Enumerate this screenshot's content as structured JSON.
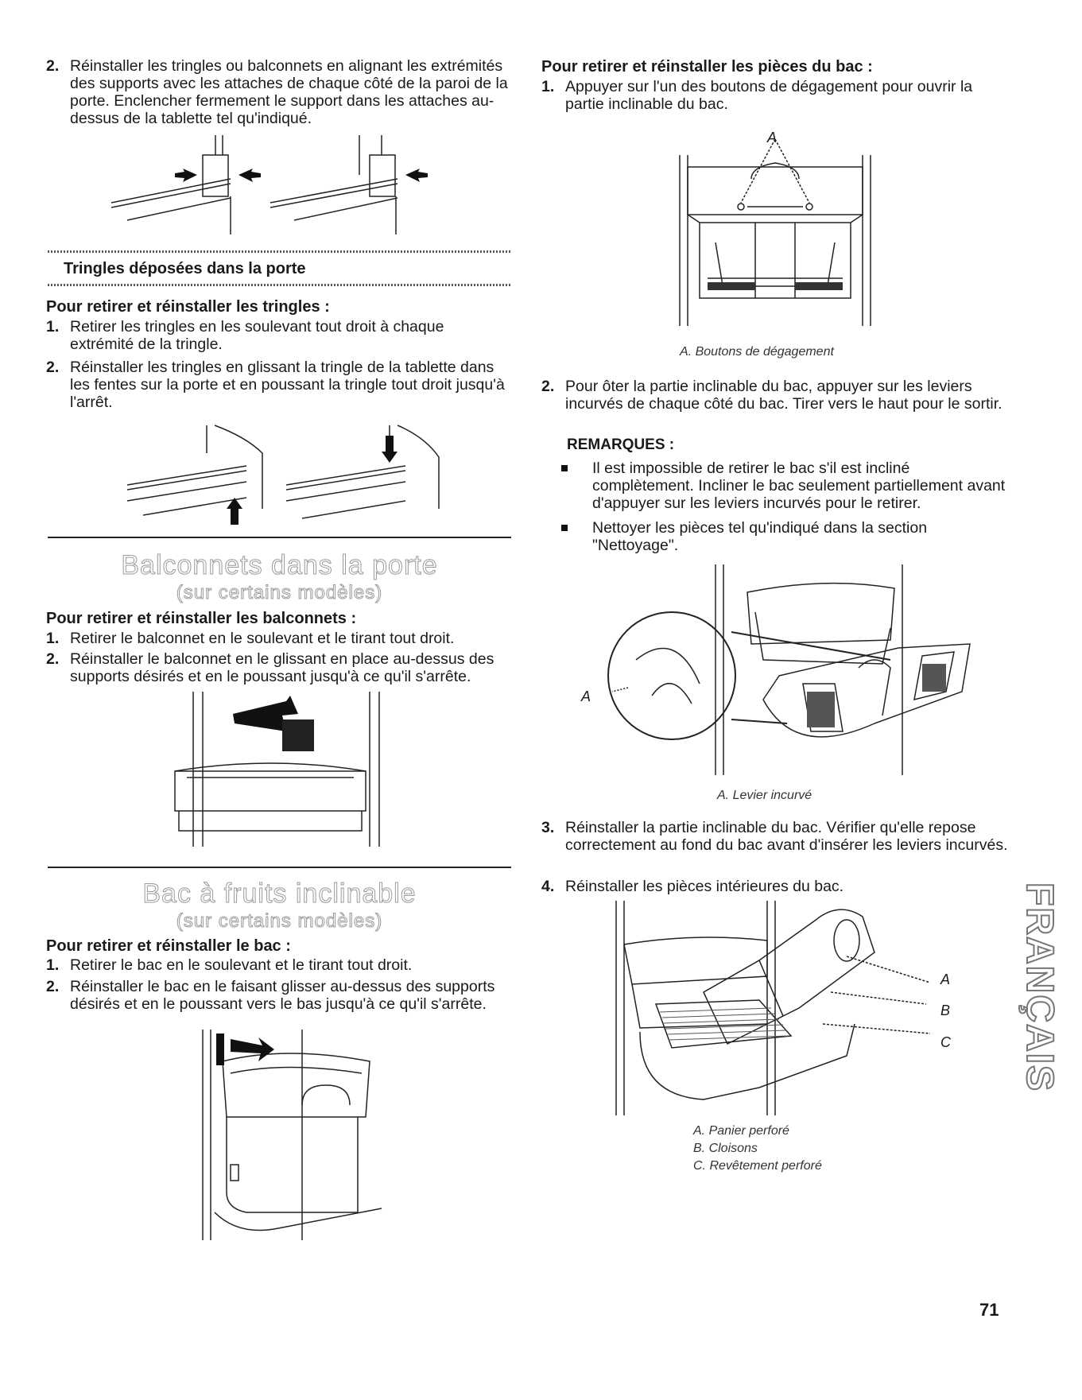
{
  "left": {
    "step2_rail": {
      "num": "2.",
      "text": "Réinstaller les tringles ou balconnets en alignant les extrémités des supports avec les attaches de chaque côté de la paroi de la porte. Enclencher fermement le support dans les attaches au-dessus de la tablette tel qu'indiqué."
    },
    "tringles_heading": "Tringles déposées dans la porte",
    "tringles_sub": "Pour retirer et réinstaller les tringles :",
    "tringles_step1": {
      "num": "1.",
      "text": "Retirer les tringles en les soulevant tout droit à chaque extrémité de la tringle."
    },
    "tringles_step2": {
      "num": "2.",
      "text": "Réinstaller les tringles en glissant la tringle de la tablette dans les fentes sur la porte et en poussant la tringle tout droit jusqu'à l'arrêt."
    },
    "balconnets_title": "Balconnets dans la porte",
    "balconnets_models": "(sur certains modèles)",
    "balconnets_sub": "Pour retirer et réinstaller les balconnets :",
    "balconnets_step1": {
      "num": "1.",
      "text": "Retirer le balconnet en le soulevant et le tirant tout droit."
    },
    "balconnets_step2": {
      "num": "2.",
      "text": "Réinstaller le balconnet en le glissant en place au-dessus des supports désirés et en le poussant jusqu'à ce qu'il s'arrête."
    },
    "bac_title": "Bac à fruits inclinable",
    "bac_models": "(sur certains modèles)",
    "bac_sub": "Pour retirer et réinstaller le bac :",
    "bac_step1": {
      "num": "1.",
      "text": "Retirer le bac en le soulevant et le tirant tout droit."
    },
    "bac_step2": {
      "num": "2.",
      "text": "Réinstaller le bac en le faisant glisser au-dessus des supports désirés et en le poussant vers le bas jusqu'à ce qu'il s'arrête."
    }
  },
  "right": {
    "pieces_sub": "Pour retirer et réinstaller les pièces du bac :",
    "pieces_step1": {
      "num": "1.",
      "text": "Appuyer sur l'un des boutons de dégagement pour ouvrir la partie inclinable du bac."
    },
    "fig1_label_a": "A",
    "fig1_caption": "A. Boutons de dégagement",
    "pieces_step2": {
      "num": "2.",
      "text": "Pour ôter la partie inclinable du bac, appuyer sur les leviers incurvés de chaque côté du bac. Tirer vers le haut pour le sortir."
    },
    "remarques": "REMARQUES :",
    "note1": "Il est impossible de retirer le bac s'il est incliné complètement. Incliner le bac seulement partiellement avant d'appuyer sur les leviers incurvés pour le retirer.",
    "note2": "Nettoyer les pièces tel qu'indiqué dans la section \"Nettoyage\".",
    "fig2_label_a": "A",
    "fig2_caption": "A. Levier incurvé",
    "pieces_step3": {
      "num": "3.",
      "text": "Réinstaller la partie inclinable du bac. Vérifier qu'elle repose correctement au fond du bac avant d'insérer les leviers incurvés."
    },
    "pieces_step4": {
      "num": "4.",
      "text": "Réinstaller les pièces intérieures du bac."
    },
    "fig3_label_a": "A",
    "fig3_label_b": "B",
    "fig3_label_c": "C",
    "fig3_caption_a": "A. Panier perforé",
    "fig3_caption_b": "B. Cloisons",
    "fig3_caption_c": "C. Revêtement perforé"
  },
  "side_tab": "FRANÇAIS",
  "page_number": "71"
}
